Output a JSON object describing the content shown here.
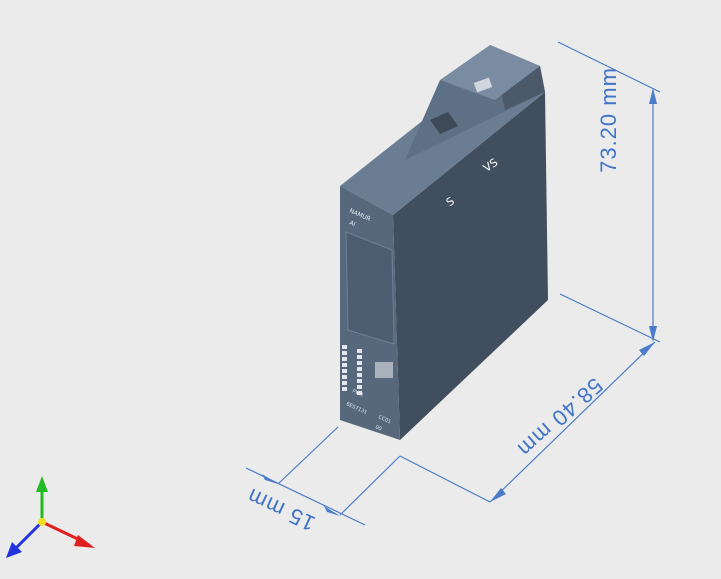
{
  "viewer": {
    "background": "#ebebeb"
  },
  "dimensions": {
    "height": "73.20 mm",
    "depth": "58.40 mm",
    "width": "15 mm",
    "line_color": "#4a7cc9"
  },
  "module": {
    "front_labels": {
      "line1": "NAMUR",
      "line2": "AI",
      "pwr": "PWR",
      "article": "6ES7131",
      "code": "CC01",
      "version": "00"
    },
    "colors": {
      "front": "#58697d",
      "side": "#424f5e",
      "top": "#6d7f94"
    }
  },
  "axis_triad": {
    "x_color": "#e02020",
    "y_color": "#22bb22",
    "z_color": "#2233dd",
    "origin_color": "#f0e020"
  }
}
